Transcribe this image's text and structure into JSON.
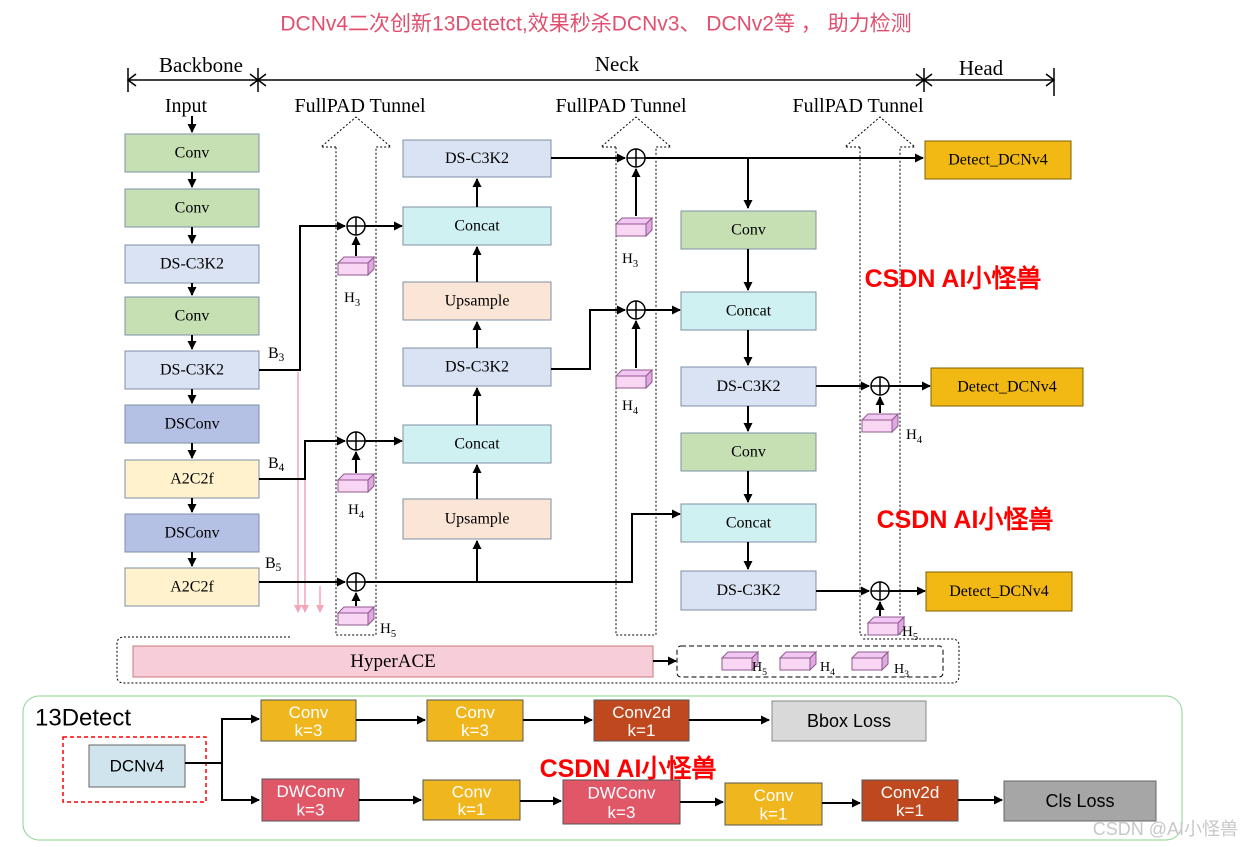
{
  "title": "DCNv4二次创新13Detetct,效果秒杀DCNv3、 DCNv2等 ， 助力检测",
  "sections": {
    "backbone": "Backbone",
    "neck": "Neck",
    "head": "Head"
  },
  "input_label": "Input",
  "tunnel_label": "FullPAD Tunnel",
  "watermark": "CSDN AI小怪兽",
  "footer_credit": "CSDN @AI小怪兽",
  "colors": {
    "green": "#c6e0b4",
    "lightblue": "#dae3f3",
    "darkblue": "#b4c0e4",
    "cream": "#fff2cc",
    "peach": "#fbe5d6",
    "cyan": "#cff1f1",
    "gold": "#f2b914",
    "pink": "#f6cdd8",
    "orange": "#f0b61e",
    "rust": "#c0481f",
    "magenta": "#e05768",
    "gray": "#d9d9d9",
    "darkgray": "#a6a6a6",
    "red": "#ff0000",
    "titlered": "#e0506e"
  },
  "backbone": [
    {
      "id": "bb1",
      "label": "Conv"
    },
    {
      "id": "bb2",
      "label": "Conv"
    },
    {
      "id": "bb3",
      "label": "DS-C3K2"
    },
    {
      "id": "bb4",
      "label": "Conv"
    },
    {
      "id": "bb5",
      "label": "DS-C3K2"
    },
    {
      "id": "bb6",
      "label": "DSConv"
    },
    {
      "id": "bb7",
      "label": "A2C2f"
    },
    {
      "id": "bb8",
      "label": "DSConv"
    },
    {
      "id": "bb9",
      "label": "A2C2f"
    }
  ],
  "backbone_outputs": [
    "B3",
    "B4",
    "B5"
  ],
  "neck_up": [
    {
      "id": "n1",
      "label": "DS-C3K2"
    },
    {
      "id": "n2",
      "label": "Concat"
    },
    {
      "id": "n3",
      "label": "Upsample"
    },
    {
      "id": "n4",
      "label": "DS-C3K2"
    },
    {
      "id": "n5",
      "label": "Concat"
    },
    {
      "id": "n6",
      "label": "Upsample"
    }
  ],
  "neck_down": [
    {
      "id": "m1",
      "label": "Conv"
    },
    {
      "id": "m2",
      "label": "Concat"
    },
    {
      "id": "m3",
      "label": "DS-C3K2"
    },
    {
      "id": "m4",
      "label": "Conv"
    },
    {
      "id": "m5",
      "label": "Concat"
    },
    {
      "id": "m6",
      "label": "DS-C3K2"
    }
  ],
  "detect_heads": [
    "Detect_DCNv4",
    "Detect_DCNv4",
    "Detect_DCNv4"
  ],
  "h_labels": [
    "H3",
    "H4",
    "H5"
  ],
  "hyperace_label": "HyperACE",
  "detect_detail": {
    "title": "13Detect",
    "input": "DCNv4",
    "bbox_branch": [
      {
        "l1": "Conv",
        "l2": "k=3"
      },
      {
        "l1": "Conv",
        "l2": "k=3"
      },
      {
        "l1": "Conv2d",
        "l2": "k=1"
      }
    ],
    "bbox_loss": "Bbox Loss",
    "cls_branch": [
      {
        "l1": "DWConv",
        "l2": "k=3"
      },
      {
        "l1": "Conv",
        "l2": "k=1"
      },
      {
        "l1": "DWConv",
        "l2": "k=3"
      },
      {
        "l1": "Conv",
        "l2": "k=1"
      },
      {
        "l1": "Conv2d",
        "l2": "k=1"
      }
    ],
    "cls_loss": "Cls Loss"
  }
}
